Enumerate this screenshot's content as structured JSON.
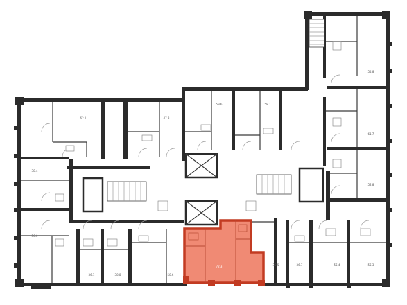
{
  "plan": {
    "highlight_color": "#f08a74",
    "highlight_border": "#c23b22",
    "wall_color": "#2b2b2b",
    "highlighted_unit": {
      "area": "72.3"
    },
    "units": [
      {
        "id": "u-top-right",
        "area": "54.8"
      },
      {
        "id": "u-right-2",
        "area": "61.7"
      },
      {
        "id": "u-right-3",
        "area": "52.8"
      },
      {
        "id": "u-right-4",
        "area": "55.3"
      },
      {
        "id": "u-left-top",
        "area": "62.1"
      },
      {
        "id": "u-left-mid",
        "area": "38.4"
      },
      {
        "id": "u-left-bot",
        "area": "56.6"
      },
      {
        "id": "u-top-c1",
        "area": "47.8"
      },
      {
        "id": "u-top-c2",
        "area": "59.6"
      },
      {
        "id": "u-top-c3",
        "area": "58.1"
      },
      {
        "id": "u-bot-1",
        "area": "36.1"
      },
      {
        "id": "u-bot-2",
        "area": "38.8"
      },
      {
        "id": "u-bot-3",
        "area": "58.6"
      },
      {
        "id": "u-bot-5",
        "area": "32.5"
      },
      {
        "id": "u-bot-6",
        "area": "36.7"
      },
      {
        "id": "u-bot-7",
        "area": "55.4"
      }
    ]
  }
}
